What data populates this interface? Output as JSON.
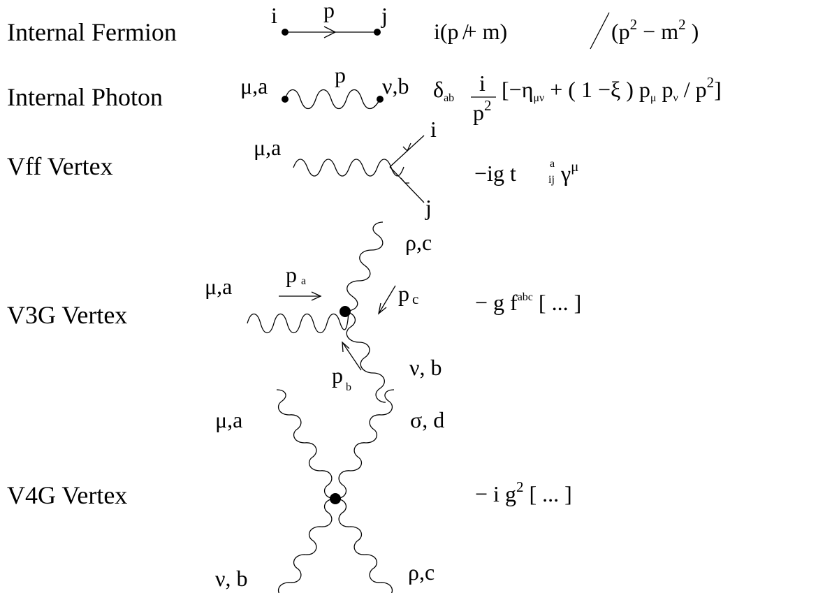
{
  "rows": [
    {
      "label": "Internal Fermion",
      "ends": [
        "i",
        "j"
      ],
      "momentum": "p",
      "rule": {
        "prefix": "i(",
        "pslash": "p",
        "slash": "/",
        "mid": " + m)",
        "frac": "/",
        "den1": "(p",
        "sq": "2",
        "den2": " − m",
        "den3": " )"
      }
    },
    {
      "label": "Internal Photon",
      "ends": [
        "μ,a",
        "ν,b"
      ],
      "momentum": "p",
      "rule": {
        "delta": "δ",
        "delta_sub": "ab",
        "num": "i",
        "den": "p",
        "den_sup": "2",
        "open": "[−η",
        "eta_sub": "μν",
        "mid": " + ( 1 −ξ ) p",
        "p1_sub": "μ",
        "p2": " p",
        "p2_sub": "ν",
        "tail": " / p",
        "tail_sup": "2",
        "close": "]"
      }
    },
    {
      "label": "Vff Vertex",
      "legs": [
        "μ,a",
        "i",
        "j"
      ],
      "rule": {
        "a": "−ig  t",
        "t_sup": "a",
        "t_sub": "ij",
        "b": "  γ",
        "g_sup": "μ"
      }
    },
    {
      "label": "V3G Vertex",
      "legs": [
        "μ,a",
        "ρ,c",
        "ν, b"
      ],
      "momenta": [
        {
          "p": "p",
          "sub": "a"
        },
        {
          "p": "p",
          "sub": "c"
        },
        {
          "p": "p",
          "sub": "b"
        }
      ],
      "rule": {
        "a": "− g  f",
        "f_sup": "abc",
        "b": " [ ... ]"
      }
    },
    {
      "label": "V4G Vertex",
      "legs": [
        "μ,a",
        "σ, d",
        "ν, b",
        "ρ,c"
      ],
      "rule": {
        "a": "− i  g",
        "g_sup": "2",
        "b": " [ ... ]"
      }
    }
  ]
}
